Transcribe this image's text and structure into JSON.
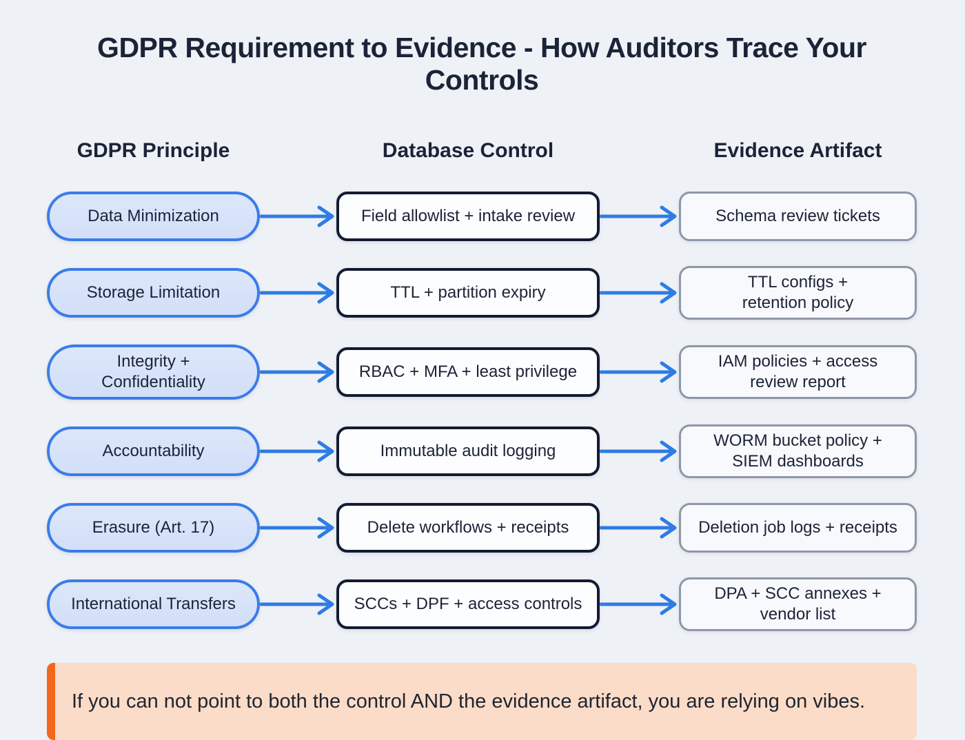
{
  "title": "GDPR Requirement to Evidence - How Auditors Trace Your Controls",
  "columns": {
    "principle": "GDPR Principle",
    "control": "Database Control",
    "evidence": "Evidence Artifact"
  },
  "rows": [
    {
      "principle": "Data Minimization",
      "control": "Field allowlist + intake review",
      "evidence": "Schema review tickets"
    },
    {
      "principle": "Storage Limitation",
      "control": "TTL + partition expiry",
      "evidence": "TTL configs +\nretention policy"
    },
    {
      "principle": "Integrity +\nConfidentiality",
      "control": "RBAC + MFA + least privilege",
      "evidence": "IAM policies + access\nreview report"
    },
    {
      "principle": "Accountability",
      "control": "Immutable audit logging",
      "evidence": "WORM bucket policy +\nSIEM dashboards"
    },
    {
      "principle": "Erasure (Art. 17)",
      "control": "Delete workflows + receipts",
      "evidence": "Deletion job logs + receipts"
    },
    {
      "principle": "International Transfers",
      "control": "SCCs + DPF + access controls",
      "evidence": "DPA + SCC annexes +\nvendor list"
    }
  ],
  "callout": {
    "text": "If you can not point to both the control AND the evidence artifact, you are relying on vibes."
  },
  "colors": {
    "bg": "#eef1f6",
    "ink": "#1b2337",
    "pill-border": "#3a7ce9",
    "pill-fill": "#d2dff8",
    "control-border": "#121b31",
    "control-fill": "#fcfdff",
    "evidence-border": "#8d97a8",
    "evidence-fill": "#f7f9fc",
    "arrow": "#2e7ce4",
    "callout-bg": "#fbdcc8",
    "callout-bar": "#f2671c",
    "callout-text": "#20242e"
  }
}
